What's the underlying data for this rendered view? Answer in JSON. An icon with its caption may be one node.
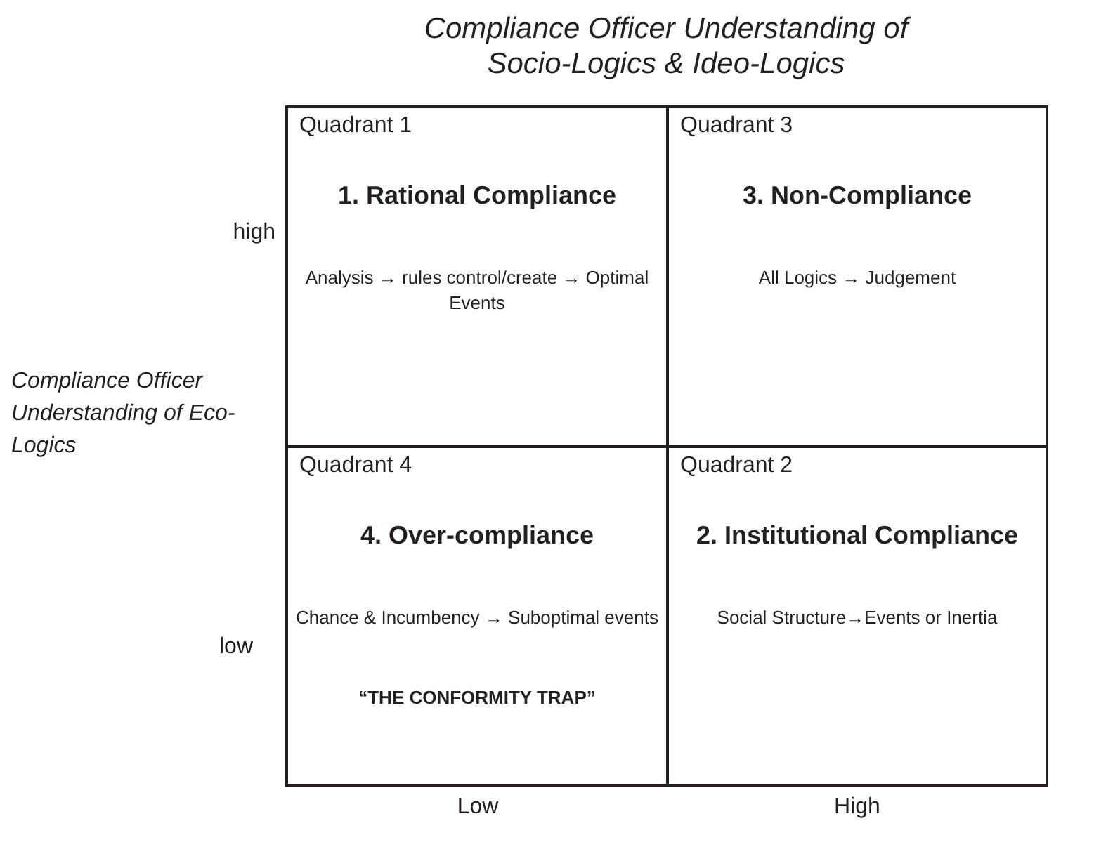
{
  "diagram": {
    "title": "Compliance Officer Understanding of Socio-Logics & Ideo-Logics",
    "nodes": [
      {
        "text": [
          "Quadrant 1",
          "1. Rational Compliance",
          "Analysis → rules control/create → Optimal Events"
        ]
      },
      {
        "text": [
          "Quadrant 3",
          "3. Non-Compliance",
          "All Logics → Judgement"
        ]
      },
      {
        "text": [
          "Quadrant 4",
          "4. Over-compliance",
          "Chance & Incumbency → Suboptimal events",
          "“THE CONFORMITY TRAP”"
        ]
      },
      {
        "text": [
          "Quadrant 2",
          "2. Institutional Compliance",
          "Social Structure→Events or Inertia"
        ]
      }
    ],
    "labels": [
      "high",
      "Compliance Officer Understanding of Eco-Logics",
      "low",
      "Low",
      "High"
    ]
  }
}
